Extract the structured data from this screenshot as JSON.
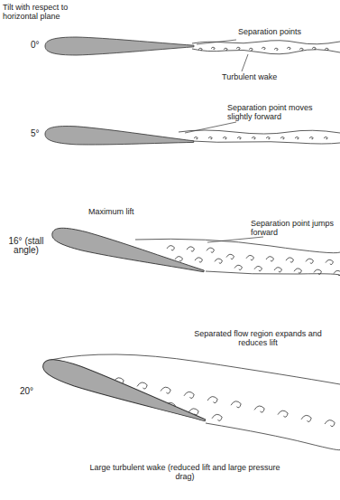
{
  "diagram": {
    "labels": [
      "Tilt with respect to horizontal plane",
      "0°",
      "Separation points",
      "Turbulent wake",
      "5°",
      "Separation point moves slightly forward",
      "Maximum lift",
      "16° (stall angle)",
      "Separation point jumps forward",
      "Separated flow region expands and reduces lift",
      "20°",
      "Large turbulent wake (reduced lift and large pressure drag)"
    ]
  }
}
